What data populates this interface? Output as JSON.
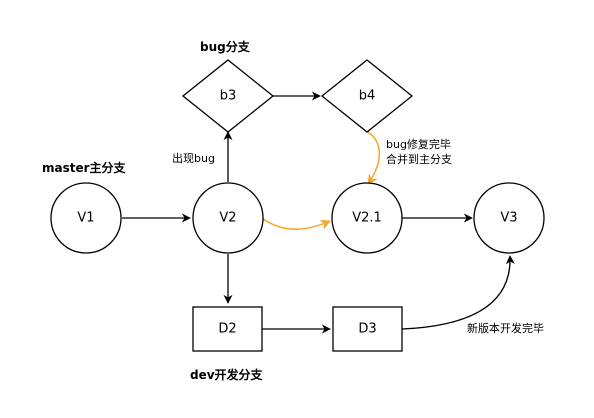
{
  "colors": {
    "stroke": "#000000",
    "merge_arrow": "#F5A623",
    "background": "#FFFFFF"
  },
  "branch_labels": {
    "master": "master主分支",
    "bug": "bug分支",
    "dev": "dev开发分支"
  },
  "nodes": {
    "v1": "V1",
    "v2": "V2",
    "v21": "V2.1",
    "v3": "V3",
    "b3": "b3",
    "b4": "b4",
    "d2": "D2",
    "d3": "D3"
  },
  "annotations": {
    "bug_found": "出现bug",
    "bug_fixed_line1": "bug修复完毕",
    "bug_fixed_line2": "合并到主分支",
    "dev_done": "新版本开发完毕"
  }
}
